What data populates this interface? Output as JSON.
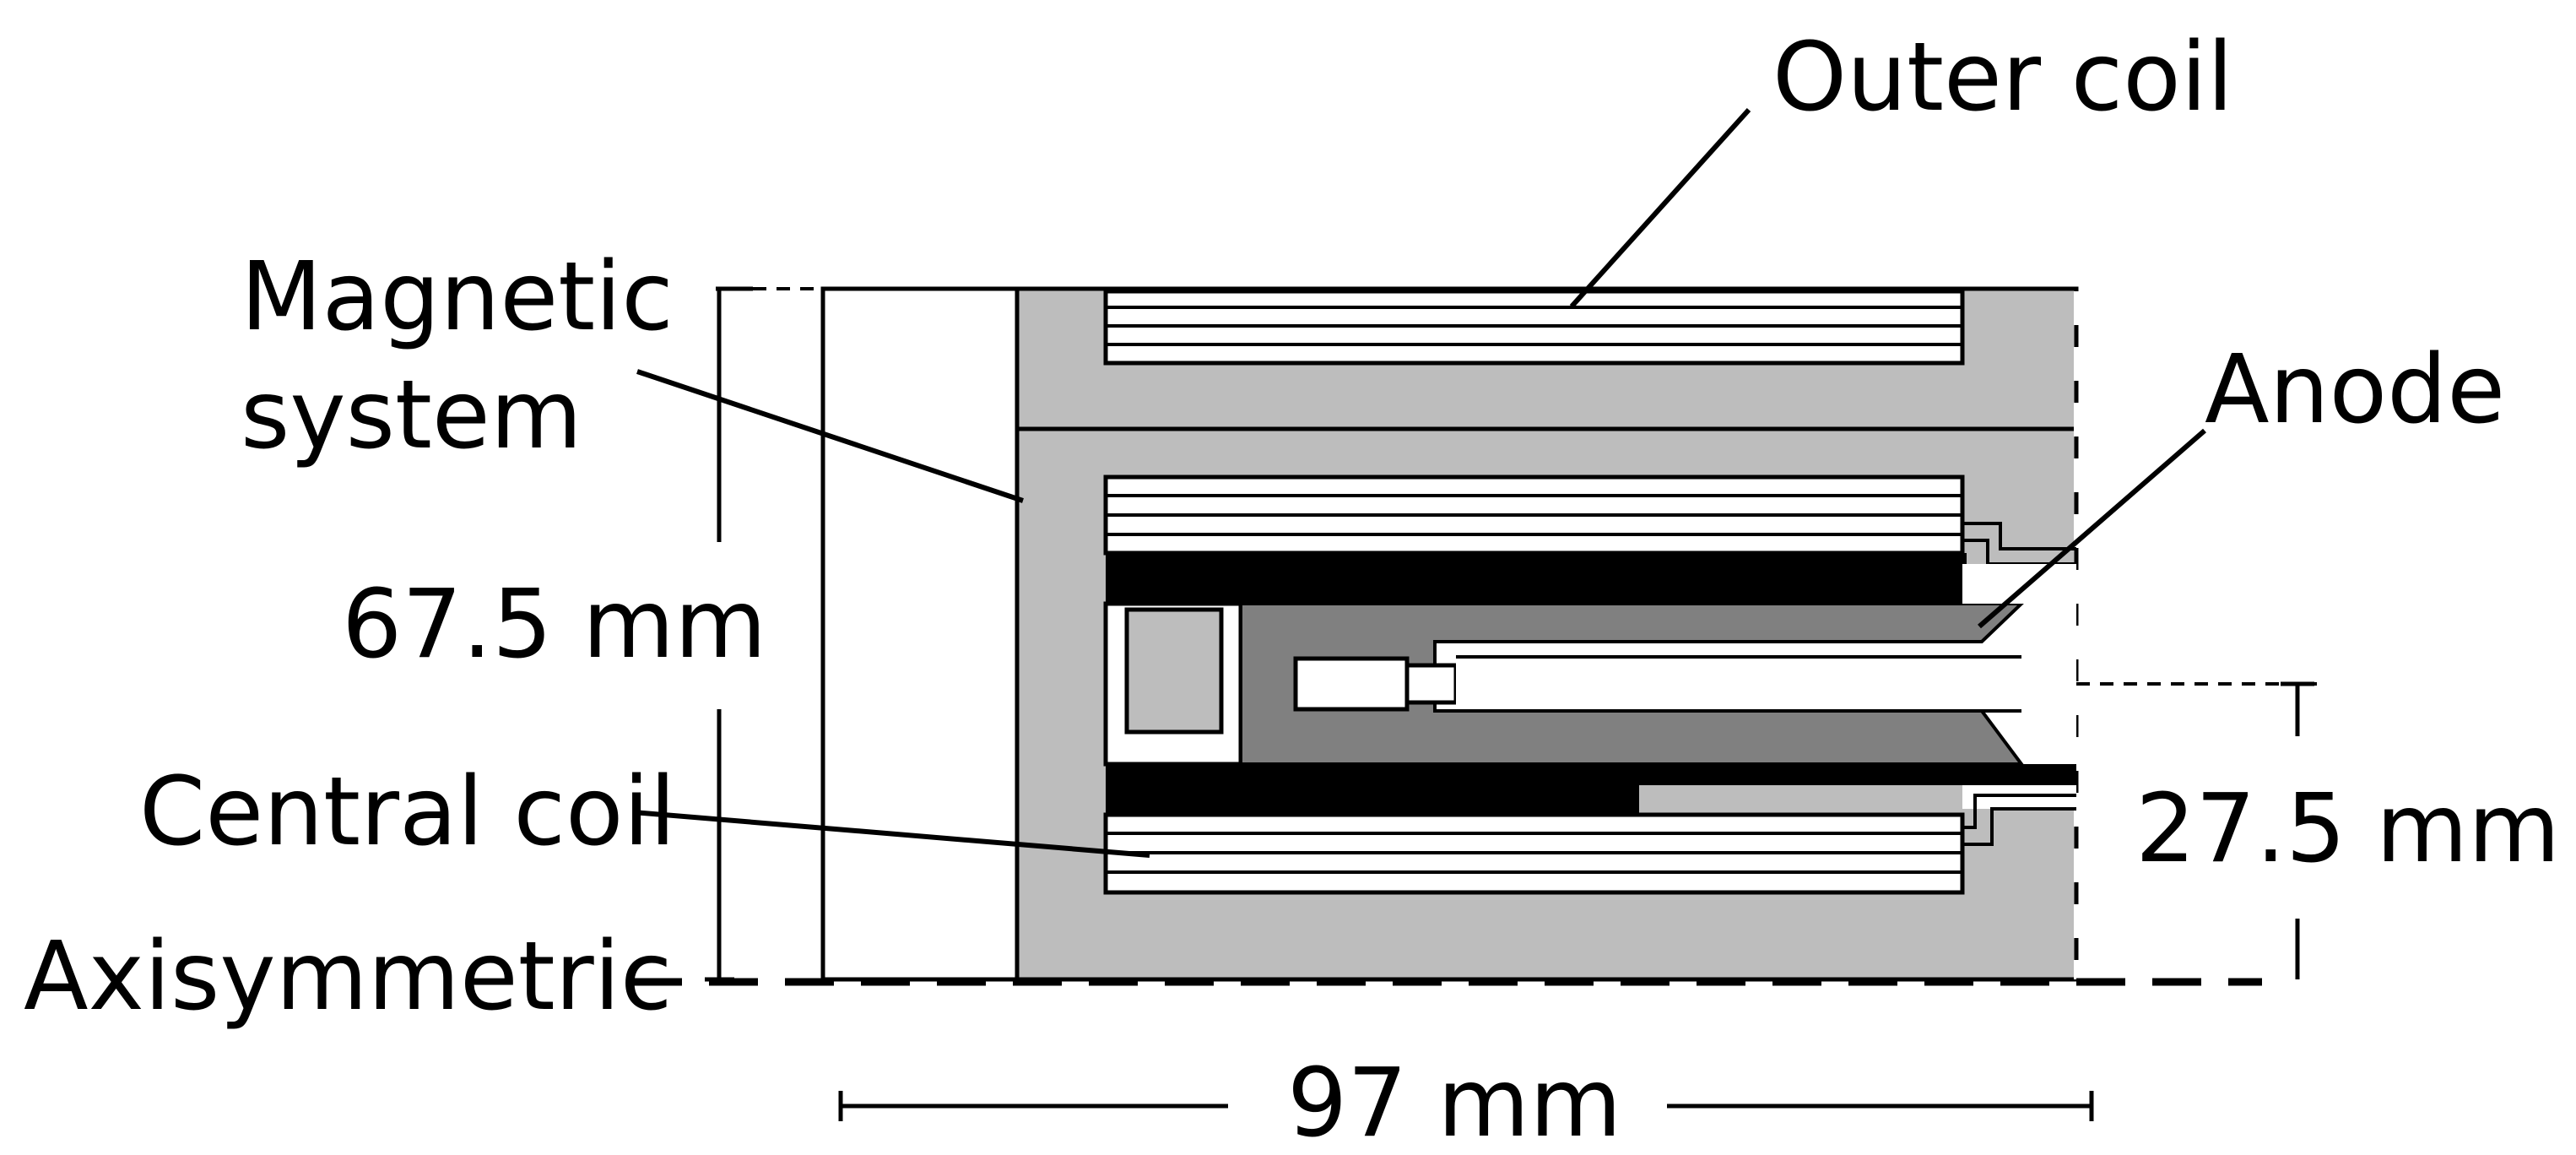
{
  "labels": {
    "outer_coil": "Outer coil",
    "magnetic_line1": "Magnetic",
    "magnetic_line2": "system",
    "anode": "Anode",
    "height_dim": "67.5 mm",
    "radius_dim": "27.5 mm",
    "central_coil": "Central coil",
    "axis": "Axisymmetric",
    "width_dim": "97 mm"
  },
  "colors": {
    "magnetic_system": "#bdbdbd",
    "anode": "#808080",
    "insulator": "#000000",
    "coil_winding": "#ffffff",
    "background": "#ffffff",
    "line": "#000000"
  }
}
